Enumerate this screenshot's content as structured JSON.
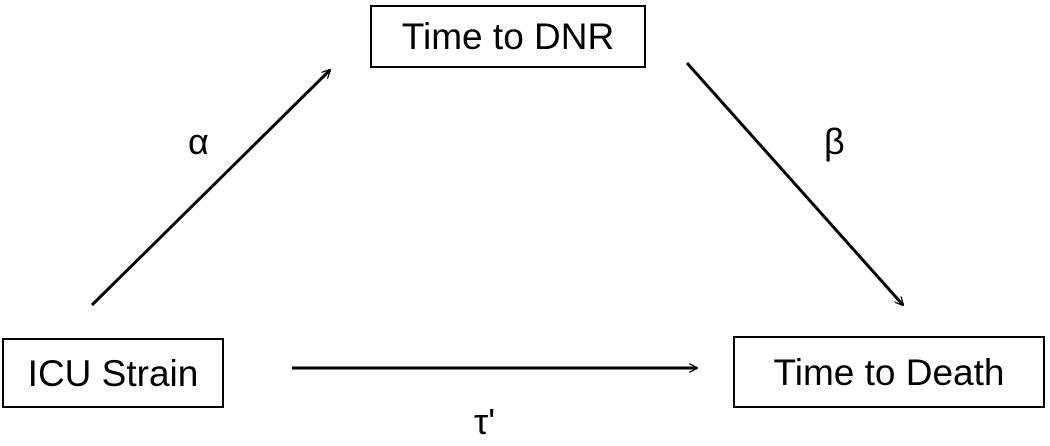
{
  "diagram": {
    "nodes": {
      "mediator": "Time to DNR",
      "exposure": "ICU Strain",
      "outcome": "Time to Death"
    },
    "paths": {
      "alpha": "α",
      "beta": "β",
      "tau_prime": "τ'"
    },
    "edges": [
      {
        "from": "exposure",
        "to": "mediator",
        "label": "alpha"
      },
      {
        "from": "mediator",
        "to": "outcome",
        "label": "beta"
      },
      {
        "from": "exposure",
        "to": "outcome",
        "label": "tau_prime"
      }
    ]
  }
}
